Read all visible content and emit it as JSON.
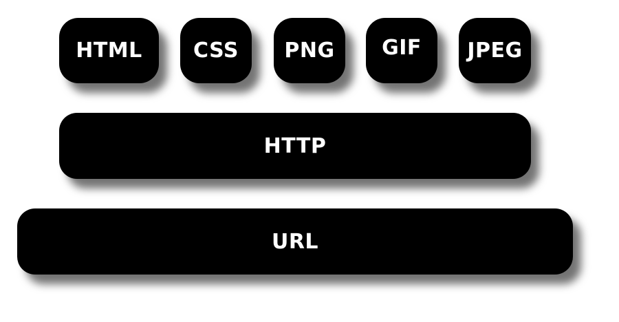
{
  "diagram": {
    "top_row": [
      {
        "label": "HTML"
      },
      {
        "label": "CSS"
      },
      {
        "label": "PNG"
      },
      {
        "label": "GIF"
      },
      {
        "label": "JPEG"
      }
    ],
    "middle_layer": {
      "label": "HTTP"
    },
    "bottom_layer": {
      "label": "URL"
    },
    "colors": {
      "block": "#000000",
      "text": "#ffffff",
      "background": "#ffffff"
    }
  }
}
